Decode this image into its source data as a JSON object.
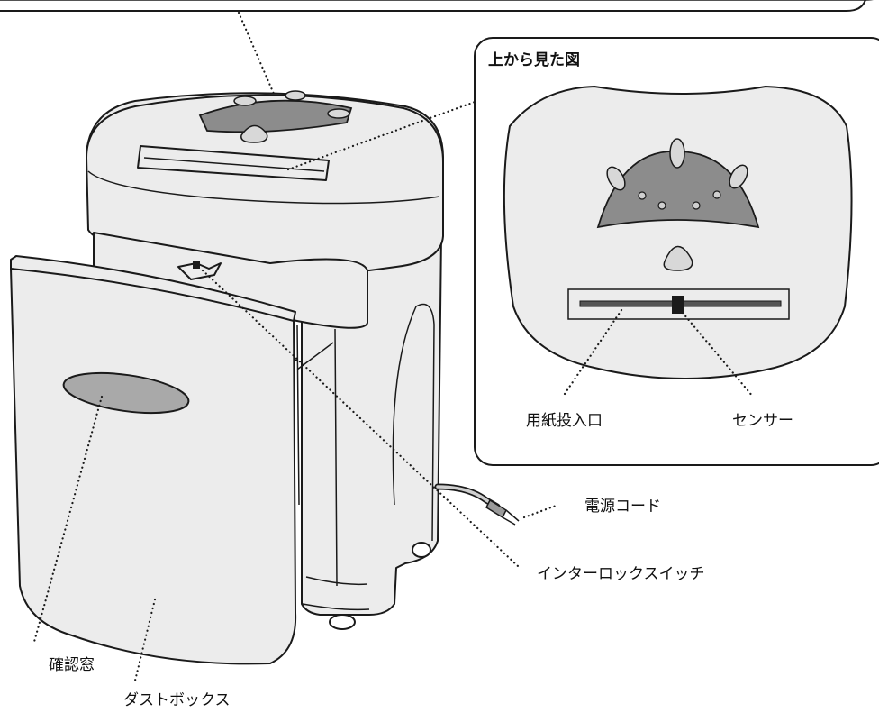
{
  "inset": {
    "title": "上から見た図",
    "paper_inlet_label": "用紙投入口",
    "sensor_label": "センサー"
  },
  "labels": {
    "power_cord": "電源コード",
    "interlock_switch": "インターロックスイッチ",
    "check_window": "確認窓",
    "dust_box": "ダストボックス"
  },
  "colors": {
    "line": "#1a1a1a",
    "body_fill": "#ececec",
    "panel_fill": "#8c8c8c",
    "button_fill": "#d8d8d8"
  }
}
